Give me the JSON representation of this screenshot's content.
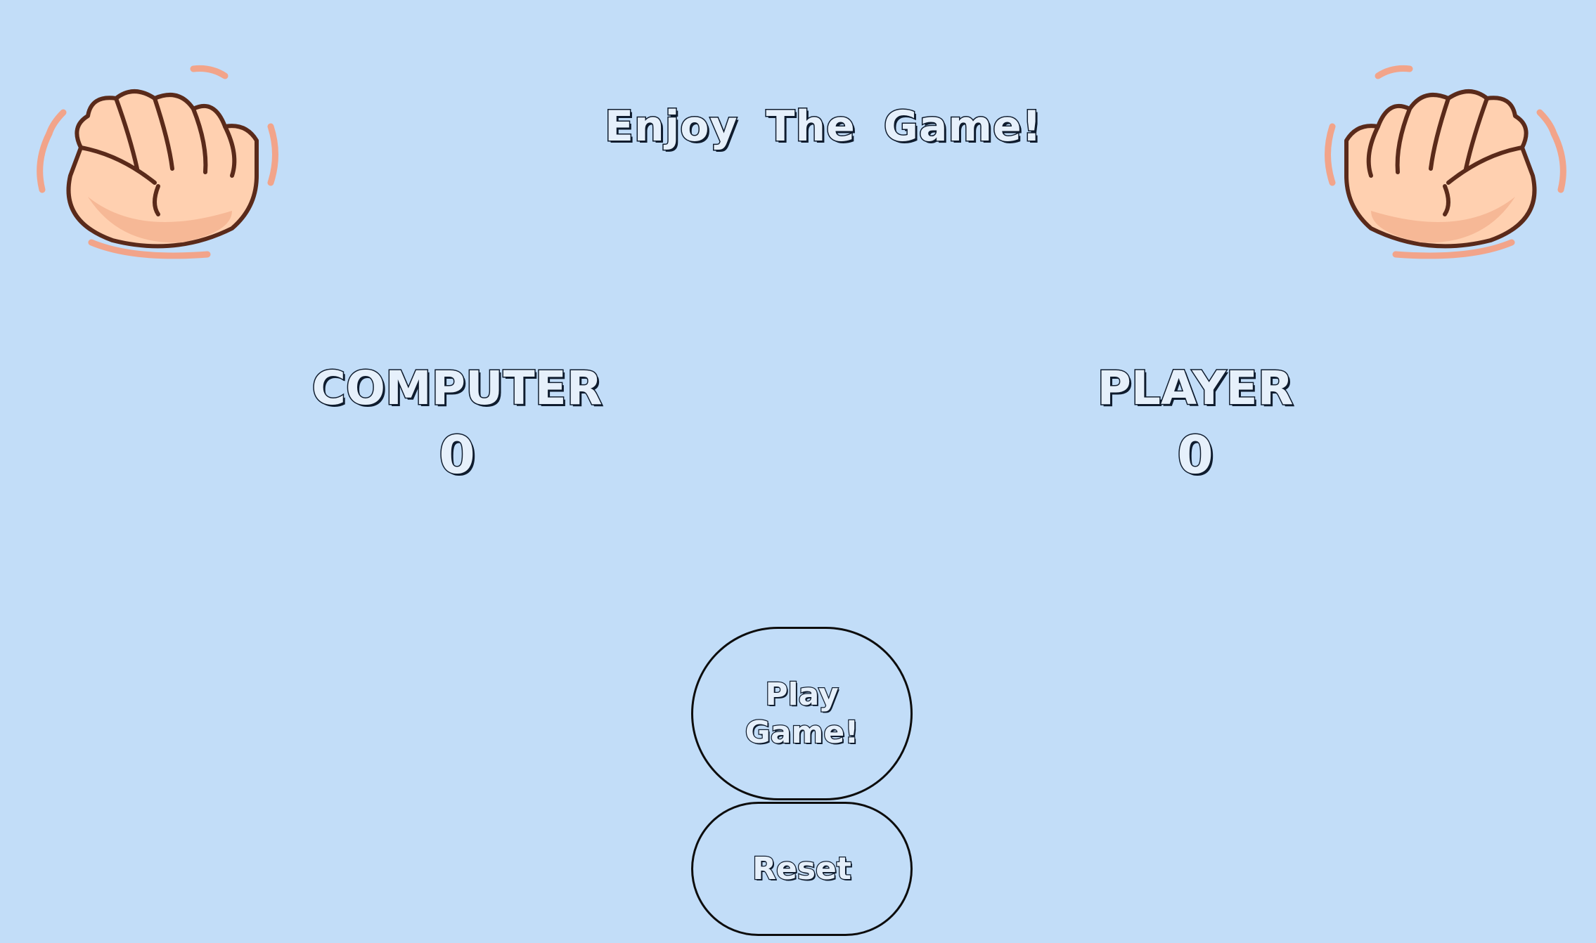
{
  "header": {
    "title": "Enjoy The Game!"
  },
  "hands": {
    "left_icon": "rock-fist-icon",
    "right_icon": "rock-fist-icon"
  },
  "scoreboard": {
    "computer": {
      "label": "COMPUTER",
      "score": "0"
    },
    "player": {
      "label": "PLAYER",
      "score": "0"
    }
  },
  "controls": {
    "play_label": "Play Game!",
    "reset_label": "Reset"
  },
  "colors": {
    "background": "#c2ddf8",
    "text_fill": "#e6f0fb",
    "text_outline": "#0f1c2e",
    "skin": "#ffd0b0",
    "skin_shadow": "#f0a888",
    "motion_lines": "#f2a48a"
  }
}
